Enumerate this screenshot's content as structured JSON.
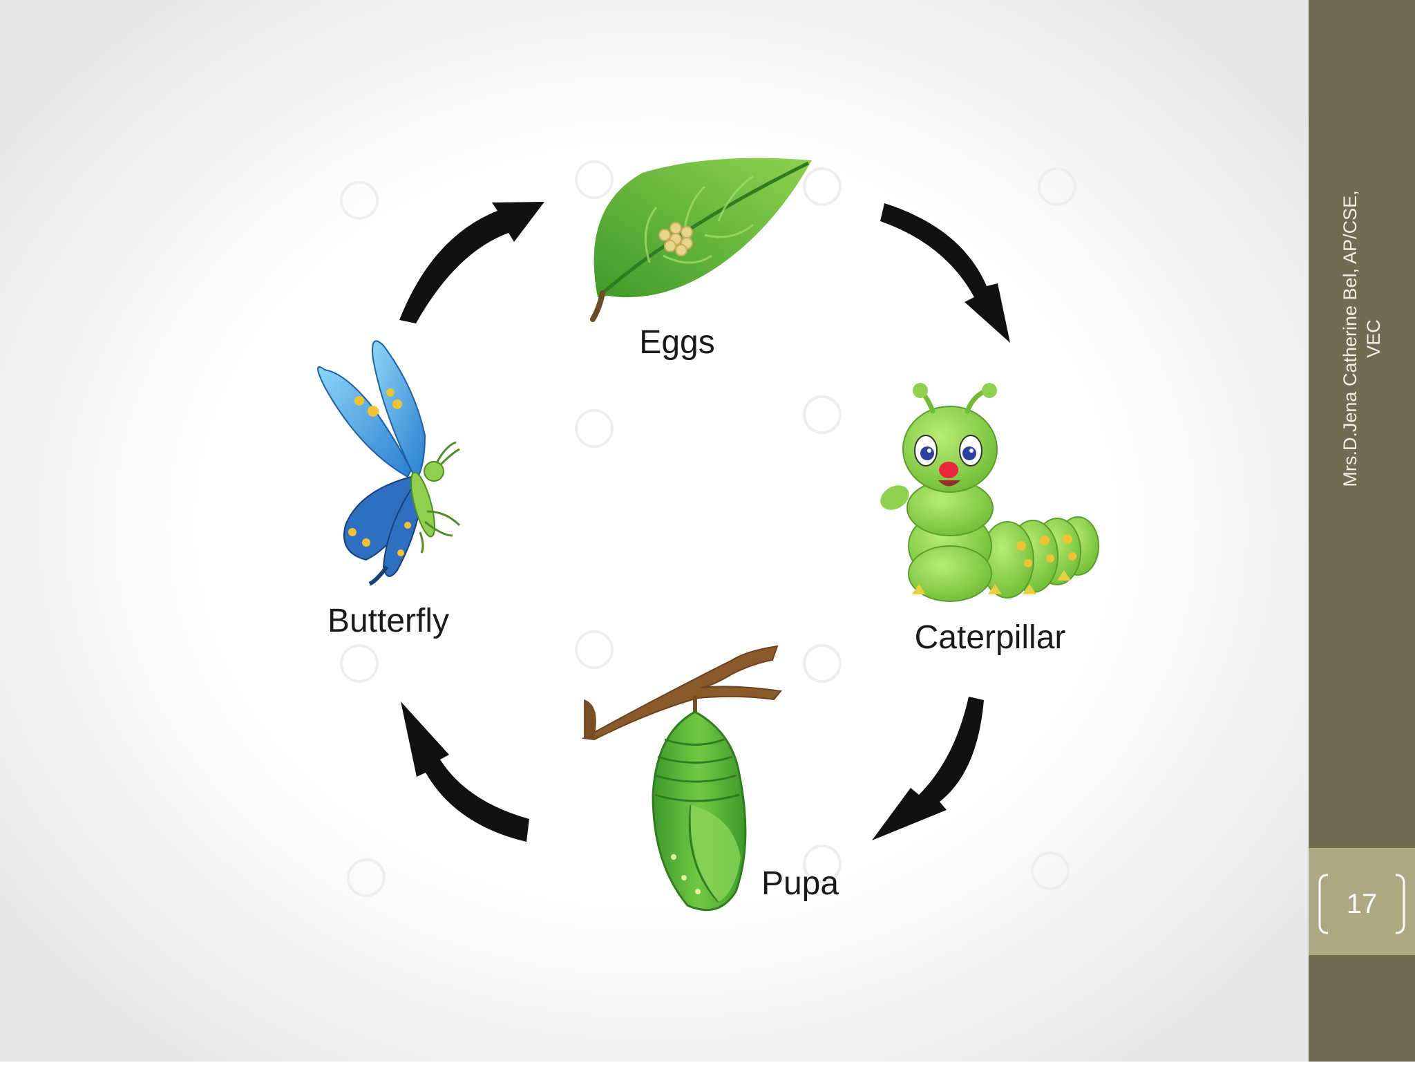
{
  "diagram": {
    "stages": {
      "eggs": "Eggs",
      "caterpillar": "Caterpillar",
      "pupa": "Pupa",
      "butterfly": "Butterfly"
    },
    "icons": [
      "leaf-with-eggs-icon",
      "caterpillar-icon",
      "chrysalis-icon",
      "butterfly-icon",
      "cycle-arrow-icon"
    ],
    "colors": {
      "leaf": "#5fb83a",
      "caterpillar": "#8fd14f",
      "pupa": "#4ea832",
      "butterfly": "#3a8fd6",
      "arrow": "#111111"
    }
  },
  "sidebar": {
    "author_line1": "Mrs.D.Jena Catherine Bel, AP/CSE,",
    "author_line2": "VEC",
    "page_number": "17",
    "colors": {
      "band": "#726a51",
      "number_box": "#ada782"
    }
  }
}
